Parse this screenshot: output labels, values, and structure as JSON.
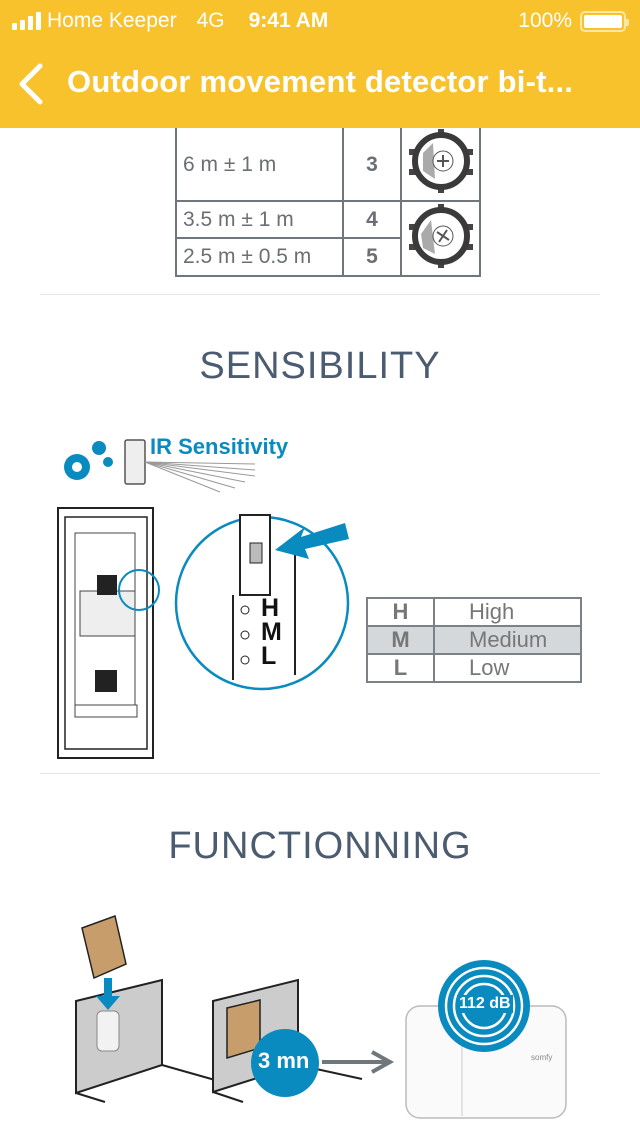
{
  "status_bar": {
    "carrier": "Home Keeper",
    "network": "4G",
    "time": "9:41 AM",
    "battery": "100%"
  },
  "nav": {
    "title": "Outdoor movement detector bi-t...",
    "back_icon": "chevron-left-icon"
  },
  "distance_table": {
    "rows": [
      {
        "distance": "6 m ± 1 m",
        "position": "3"
      },
      {
        "distance": "3.5 m ± 1 m",
        "position": "4"
      },
      {
        "distance": "2.5 m ± 0.5 m",
        "position": "5"
      }
    ]
  },
  "sensibility": {
    "heading": "SENSIBILITY",
    "illustration_label": "IR Sensitivity",
    "switch_letters": [
      "H",
      "M",
      "L"
    ],
    "levels": [
      {
        "key": "H",
        "label": "High"
      },
      {
        "key": "M",
        "label": "Medium"
      },
      {
        "key": "L",
        "label": "Low"
      }
    ],
    "selected": "M",
    "accent": "#0A8BBF"
  },
  "functioning": {
    "heading": "FUNCTIONNING",
    "delay": "3 mn",
    "siren": "112 dB",
    "brand": "somfy"
  }
}
